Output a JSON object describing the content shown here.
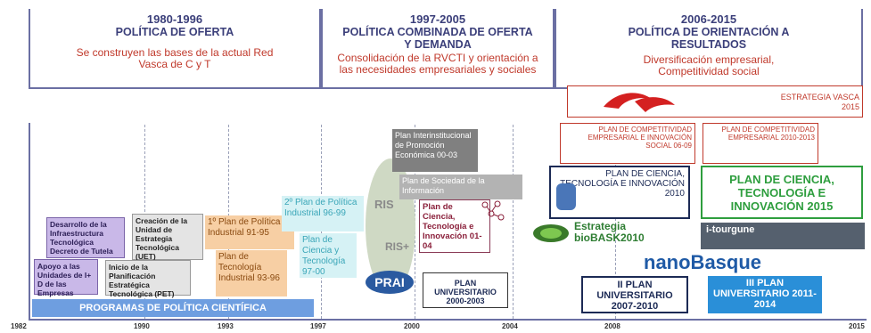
{
  "headers": [
    {
      "years": "1980-1996",
      "title": "POLÍTICA DE OFERTA",
      "desc": "Se construyen las bases de la actual Red Vasca de C y T"
    },
    {
      "years": "1997-2005",
      "title": "POLÍTICA COMBINADA DE OFERTA Y DEMANDA",
      "desc": "Consolidación de la RVCTI y orientación a las necesidades empresariales y sociales"
    },
    {
      "years": "2006-2015",
      "title": "POLÍTICA DE ORIENTACIÓN A RESULTADOS",
      "desc": "Diversificación empresarial, Competitividad social"
    }
  ],
  "axis_years": [
    "1982",
    "1990",
    "1993",
    "1997",
    "2000",
    "2004",
    "2008",
    "2015"
  ],
  "boxes": {
    "desarrollo": "Desarrollo de la Infraestructura Tecnológica Decreto de Tutela",
    "apoyo": "Apoyo a las Unidades de I+ D de las Empresas",
    "creacion": "Creación de la Unidad de Estrategia Tecnológica (UET)",
    "inicio": "Inicio de la Planificación Estratégica Tecnológica (PET)",
    "plan_pol_ind": "1º Plan de Política Industrial 91-95",
    "plan_tec_ind": "Plan de Tecnología Industrial 93-96",
    "plan2_pol": "2º Plan de Política Industrial 96-99",
    "plan_cyt": "Plan de Ciencia y Tecnología 97-00",
    "plan_inter": "Plan Interinstitucional de Promoción Económica 00-03",
    "plan_soc_inf": "Plan de Sociedad de la Información",
    "plan_cti": "Plan de Ciencia, Tecnología e Innovación 01-04",
    "ris": "RIS",
    "ris_plus": "RIS+",
    "prai": "PRAI",
    "plan_univ1": "PLAN UNIVERSITARIO 2000-2003",
    "plan_univ2": "II PLAN UNIVERSITARIO 2007-2010",
    "plan_univ3": "III PLAN UNIVERSITARIO 2011-2014",
    "programas": "PROGRAMAS DE POLÍTICA CIENTÍFICA",
    "estrategia": "ESTRATEGIA VASCA 2015",
    "plan_comp1": "PLAN DE COMPETITIVIDAD EMPRESARIAL E INNOVACIÓN SOCIAL 06-09",
    "plan_comp2": "PLAN DE COMPETITIVIDAD EMPRESARIAL 2010-2013",
    "plan_cti2010": "PLAN DE CIENCIA, TECNOLOGÍA E INNOVACIÓN 2010",
    "plan_cti2015": "PLAN DE CIENCIA, TECNOLOGÍA E INNOVACIÓN 2015",
    "biobask": "Estrategia bioBASK2010",
    "nanobasque": "nanoBasque",
    "itourgune": "i-tourgune"
  }
}
